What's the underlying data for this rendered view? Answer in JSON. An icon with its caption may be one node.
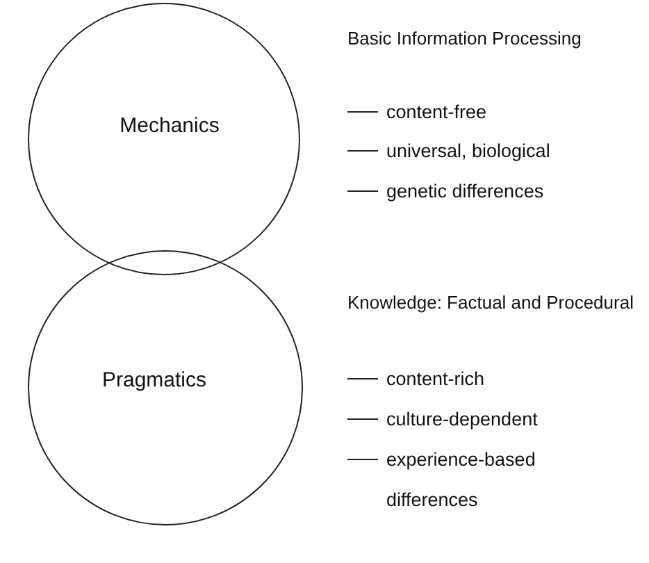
{
  "diagram": {
    "nodes": [
      {
        "text": [
          "Mechanics"
        ]
      },
      {
        "text": [
          "Pragmatics"
        ]
      }
    ],
    "labels": [
      "Basic Information Processing",
      "content-free",
      "universal, biological",
      "genetic differences",
      "Knowledge: Factual and Procedural",
      "content-rich",
      "culture-dependent",
      "experience-based differences"
    ]
  }
}
